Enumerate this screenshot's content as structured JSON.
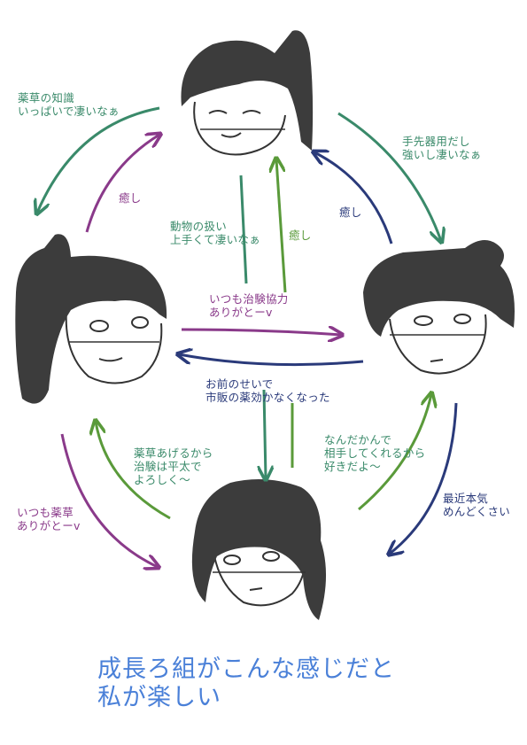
{
  "labels": {
    "top_to_left": "薬草の知識\nいっぱいで凄いなぁ",
    "top_to_right": "手先器用だし\n強いし凄いなぁ",
    "left_to_top": "癒し",
    "right_to_top": "癒し",
    "bottom_to_top": "癒し",
    "top_to_bottom": "動物の扱い\n上手くて凄いなぁ",
    "left_to_right": "いつも治験協力\nありがとーv",
    "right_to_left": "お前のせいで\n市販の薬効かなくなった",
    "bottom_to_left": "薬草あげるから\n治験は平太で\nよろしく〜",
    "left_to_bottom": "いつも薬草\nありがとーv",
    "bottom_to_right": "なんだかんで\n相手してくれるから\n好きだよ〜",
    "right_to_bottom": "最近本気\nめんどくさい"
  },
  "caption": "成長ろ組がこんな感じだと\n私が楽しい",
  "colors": {
    "green": "#3a8a6a",
    "lime": "#5a9a3a",
    "purple": "#8a3a8a",
    "navy": "#2a3a7a",
    "caption": "#4a80d8",
    "hair": "#3c3c3c"
  }
}
